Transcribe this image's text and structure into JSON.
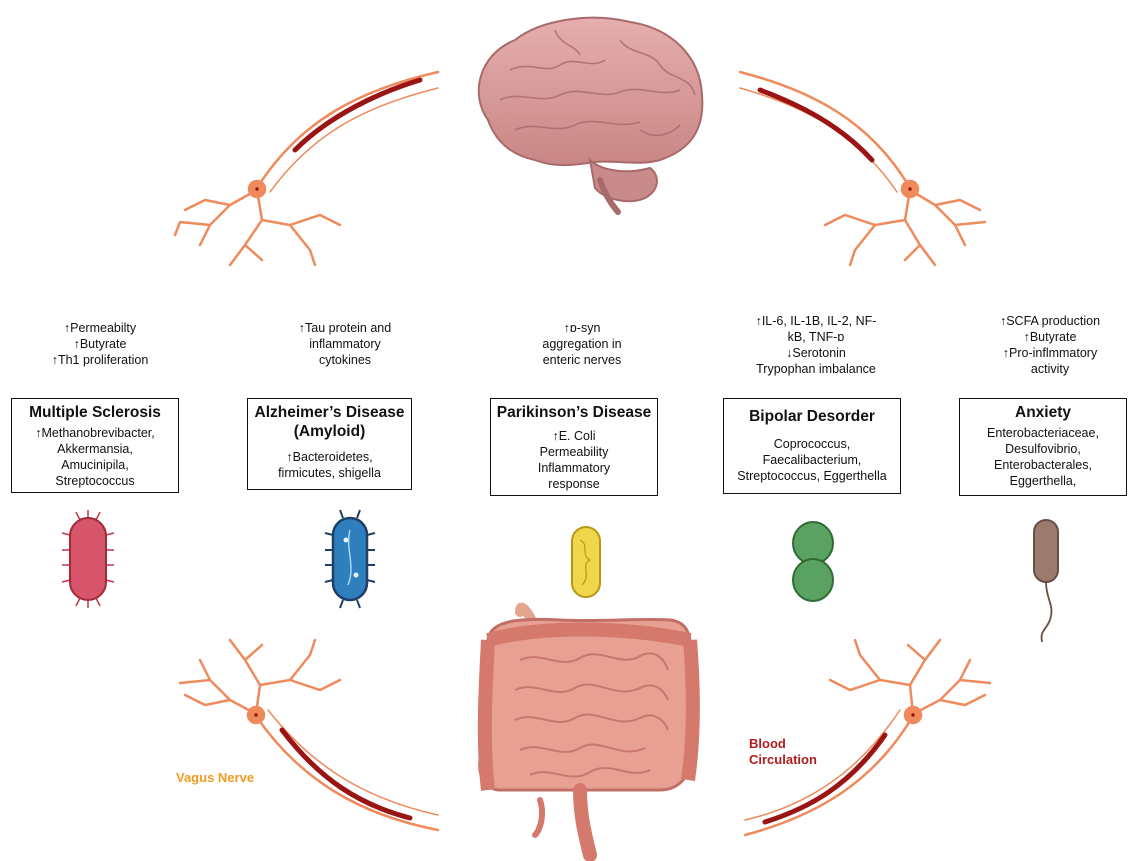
{
  "colors": {
    "vagus_label": "#f39a1f",
    "blood_label": "#b01d1d",
    "neuron": "#ef8a5c",
    "blood_streak": "#9a1414",
    "brain": "#d89a9a",
    "gut": "#e08f82"
  },
  "icons": [
    "brain-icon",
    "intestine-icon",
    "neuron-icon",
    "bacterium-icon"
  ],
  "diseases": [
    {
      "effects": [
        "↑Permeabilty",
        "↑Butyrate",
        "↑Th1 proliferation"
      ],
      "title": [
        "Multiple Sclerosis"
      ],
      "microbes": [
        "↑Methanobrevibacter,",
        "Akkermansia,",
        "Amucinipila,",
        "Streptococcus"
      ]
    },
    {
      "effects": [
        "↑Tau protein and",
        "inflammatory",
        "cytokines"
      ],
      "title": [
        "Alzheimer’s Disease",
        "(Amyloid)"
      ],
      "microbes": [
        "↑Bacteroidetes,",
        "firmicutes, shigella"
      ]
    },
    {
      "effects": [
        "↑ɒ-syn",
        "aggregation in",
        "enteric nerves"
      ],
      "title": [
        "Parikinson’s Disease"
      ],
      "microbes": [
        "↑E. Coli",
        "Permeability",
        "Inflammatory",
        "response"
      ]
    },
    {
      "effects": [
        "↑IL-6, IL-1B, IL-2, NF-",
        "kB, TNF-ɒ",
        "↓Serotonin",
        "Trypophan imbalance"
      ],
      "title": [
        "Bipolar Desorder"
      ],
      "microbes": [
        "Coprococcus,",
        "Faecalibacterium,",
        "Streptococcus, Eggerthella"
      ]
    },
    {
      "effects": [
        "↑SCFA production",
        "↑Butyrate",
        "↑Pro-inflmmatory",
        "activity"
      ],
      "title": [
        "Anxiety"
      ],
      "microbes": [
        "Enterobacteriaceae,",
        "Desulfovibrio,",
        "Enterobacterales,",
        "Eggerthella,"
      ]
    }
  ],
  "labels": {
    "vagus": "Vagus Nerve",
    "blood": [
      "Blood",
      "Circulation"
    ]
  }
}
